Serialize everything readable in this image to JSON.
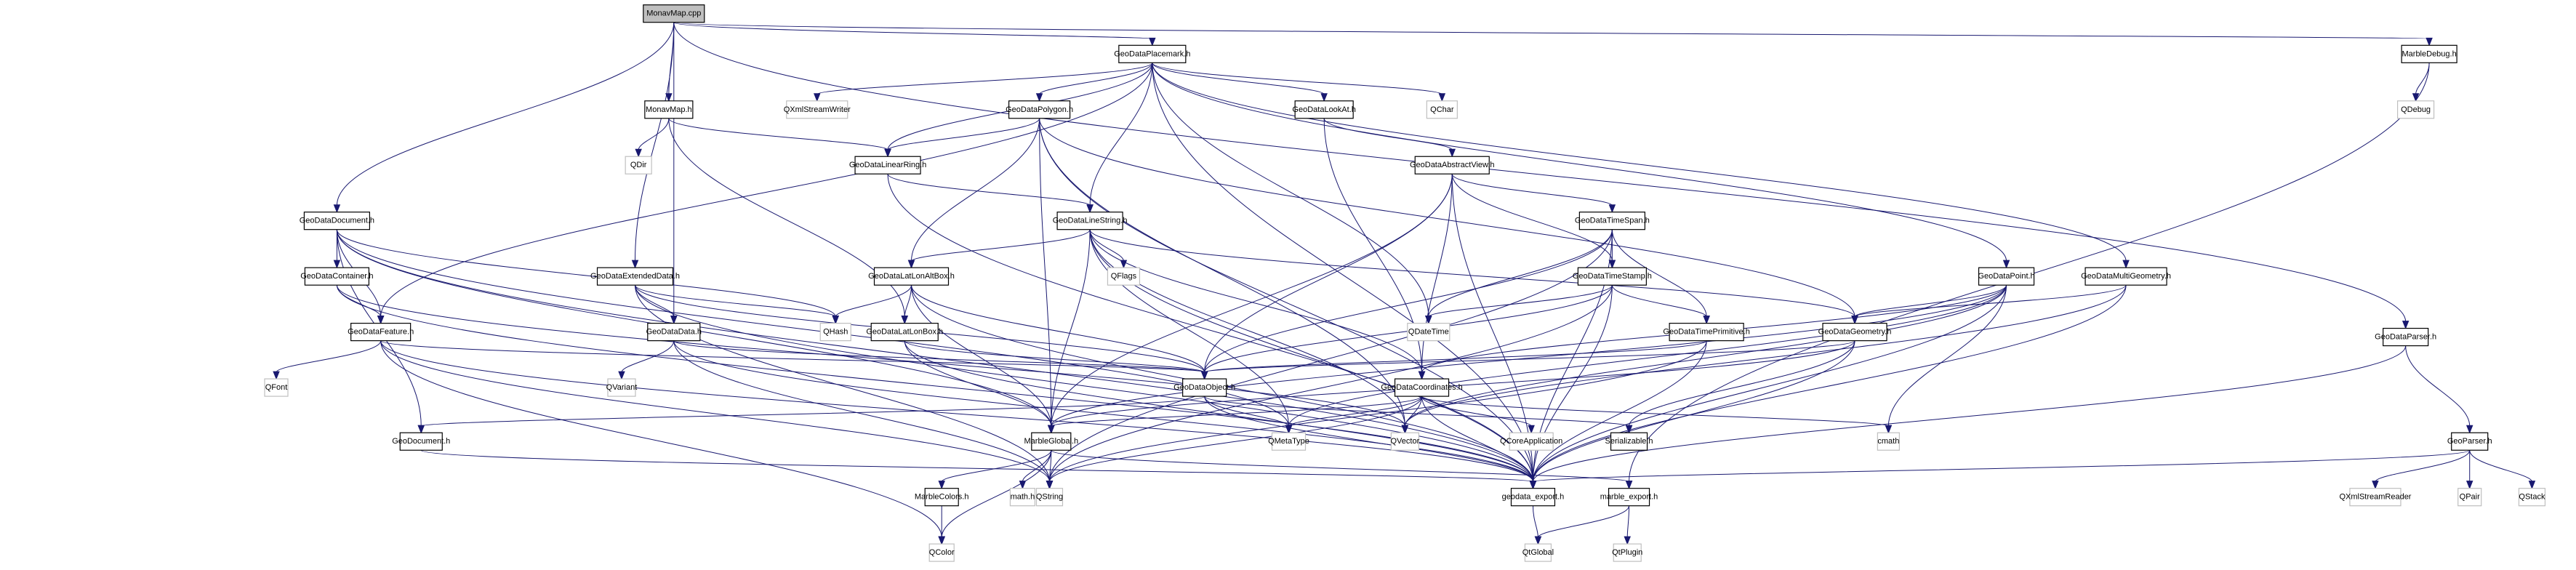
{
  "title": "MonavMap.cpp include dependency graph",
  "edge_color": "#191970",
  "nodes": [
    {
      "id": "MonavMap.cpp",
      "label": "MonavMap.cpp",
      "kind": "root"
    },
    {
      "id": "GeoDataPlacemark.h",
      "label": "GeoDataPlacemark.h",
      "kind": "local"
    },
    {
      "id": "MarbleDebug.h",
      "label": "MarbleDebug.h",
      "kind": "local"
    },
    {
      "id": "QDebug",
      "label": "QDebug",
      "kind": "system"
    },
    {
      "id": "MonavMap.h",
      "label": "MonavMap.h",
      "kind": "local"
    },
    {
      "id": "QXmlStreamWriter",
      "label": "QXmlStreamWriter",
      "kind": "system"
    },
    {
      "id": "GeoDataPolygon.h",
      "label": "GeoDataPolygon.h",
      "kind": "local"
    },
    {
      "id": "GeoDataLookAt.h",
      "label": "GeoDataLookAt.h",
      "kind": "local"
    },
    {
      "id": "QChar",
      "label": "QChar",
      "kind": "system"
    },
    {
      "id": "QDir",
      "label": "QDir",
      "kind": "system"
    },
    {
      "id": "GeoDataLinearRing.h",
      "label": "GeoDataLinearRing.h",
      "kind": "local"
    },
    {
      "id": "GeoDataAbstractView.h",
      "label": "GeoDataAbstractView.h",
      "kind": "local"
    },
    {
      "id": "GeoDataDocument.h",
      "label": "GeoDataDocument.h",
      "kind": "local"
    },
    {
      "id": "GeoDataLineString.h",
      "label": "GeoDataLineString.h",
      "kind": "local"
    },
    {
      "id": "GeoDataTimeSpan.h",
      "label": "GeoDataTimeSpan.h",
      "kind": "local"
    },
    {
      "id": "GeoDataContainer.h",
      "label": "GeoDataContainer.h",
      "kind": "local"
    },
    {
      "id": "GeoDataExtendedData.h",
      "label": "GeoDataExtendedData.h",
      "kind": "local"
    },
    {
      "id": "GeoDataLatLonAltBox.h",
      "label": "GeoDataLatLonAltBox.h",
      "kind": "local"
    },
    {
      "id": "QFlags",
      "label": "QFlags",
      "kind": "system"
    },
    {
      "id": "GeoDataTimeStamp.h",
      "label": "GeoDataTimeStamp.h",
      "kind": "local"
    },
    {
      "id": "GeoDataPoint.h",
      "label": "GeoDataPoint.h",
      "kind": "local"
    },
    {
      "id": "GeoDataMultiGeometry.h",
      "label": "GeoDataMultiGeometry.h",
      "kind": "local"
    },
    {
      "id": "GeoDataFeature.h",
      "label": "GeoDataFeature.h",
      "kind": "local"
    },
    {
      "id": "GeoDataData.h",
      "label": "GeoDataData.h",
      "kind": "local"
    },
    {
      "id": "QHash",
      "label": "QHash",
      "kind": "system"
    },
    {
      "id": "GeoDataLatLonBox.h",
      "label": "GeoDataLatLonBox.h",
      "kind": "local"
    },
    {
      "id": "QDateTime",
      "label": "QDateTime",
      "kind": "system"
    },
    {
      "id": "GeoDataTimePrimitive.h",
      "label": "GeoDataTimePrimitive.h",
      "kind": "local"
    },
    {
      "id": "GeoDataGeometry.h",
      "label": "GeoDataGeometry.h",
      "kind": "local"
    },
    {
      "id": "GeoDataParser.h",
      "label": "GeoDataParser.h",
      "kind": "local"
    },
    {
      "id": "QFont",
      "label": "QFont",
      "kind": "system"
    },
    {
      "id": "QVariant",
      "label": "QVariant",
      "kind": "system"
    },
    {
      "id": "GeoDataObject.h",
      "label": "GeoDataObject.h",
      "kind": "local"
    },
    {
      "id": "GeoDataCoordinates.h",
      "label": "GeoDataCoordinates.h",
      "kind": "local"
    },
    {
      "id": "GeoDocument.h",
      "label": "GeoDocument.h",
      "kind": "local"
    },
    {
      "id": "MarbleGlobal.h",
      "label": "MarbleGlobal.h",
      "kind": "local"
    },
    {
      "id": "QMetaType",
      "label": "QMetaType",
      "kind": "system"
    },
    {
      "id": "QVector",
      "label": "QVector",
      "kind": "system"
    },
    {
      "id": "QCoreApplication",
      "label": "QCoreApplication",
      "kind": "system"
    },
    {
      "id": "Serializable.h",
      "label": "Serializable.h",
      "kind": "local"
    },
    {
      "id": "cmath",
      "label": "cmath",
      "kind": "system"
    },
    {
      "id": "GeoParser.h",
      "label": "GeoParser.h",
      "kind": "local"
    },
    {
      "id": "MarbleColors.h",
      "label": "MarbleColors.h",
      "kind": "local"
    },
    {
      "id": "math.h",
      "label": "math.h",
      "kind": "system"
    },
    {
      "id": "QString",
      "label": "QString",
      "kind": "system"
    },
    {
      "id": "geodata_export.h",
      "label": "geodata_export.h",
      "kind": "local"
    },
    {
      "id": "marble_export.h",
      "label": "marble_export.h",
      "kind": "local"
    },
    {
      "id": "QXmlStreamReader",
      "label": "QXmlStreamReader",
      "kind": "system"
    },
    {
      "id": "QPair",
      "label": "QPair",
      "kind": "system"
    },
    {
      "id": "QStack",
      "label": "QStack",
      "kind": "system"
    },
    {
      "id": "QColor",
      "label": "QColor",
      "kind": "system"
    },
    {
      "id": "QtGlobal",
      "label": "QtGlobal",
      "kind": "system"
    },
    {
      "id": "QtPlugin",
      "label": "QtPlugin",
      "kind": "system"
    }
  ],
  "edges": [
    [
      "MonavMap.cpp",
      "GeoDataPlacemark.h"
    ],
    [
      "MonavMap.cpp",
      "MarbleDebug.h"
    ],
    [
      "MonavMap.cpp",
      "MonavMap.h"
    ],
    [
      "MonavMap.cpp",
      "GeoDataDocument.h"
    ],
    [
      "MonavMap.cpp",
      "GeoDataExtendedData.h"
    ],
    [
      "MonavMap.cpp",
      "GeoDataData.h"
    ],
    [
      "MonavMap.cpp",
      "GeoDataParser.h"
    ],
    [
      "MarbleDebug.h",
      "QDebug"
    ],
    [
      "MarbleDebug.h",
      "marble_export.h"
    ],
    [
      "MonavMap.h",
      "QDir"
    ],
    [
      "MonavMap.h",
      "GeoDataLinearRing.h"
    ],
    [
      "MonavMap.h",
      "GeoDataLatLonBox.h"
    ],
    [
      "GeoDataPlacemark.h",
      "QXmlStreamWriter"
    ],
    [
      "GeoDataPlacemark.h",
      "GeoDataPolygon.h"
    ],
    [
      "GeoDataPlacemark.h",
      "GeoDataLookAt.h"
    ],
    [
      "GeoDataPlacemark.h",
      "QChar"
    ],
    [
      "GeoDataPlacemark.h",
      "GeoDataLinearRing.h"
    ],
    [
      "GeoDataPlacemark.h",
      "GeoDataLineString.h"
    ],
    [
      "GeoDataPlacemark.h",
      "GeoDataFeature.h"
    ],
    [
      "GeoDataPlacemark.h",
      "GeoDataPoint.h"
    ],
    [
      "GeoDataPlacemark.h",
      "GeoDataMultiGeometry.h"
    ],
    [
      "GeoDataPlacemark.h",
      "QDateTime"
    ],
    [
      "GeoDataPlacemark.h",
      "geodata_export.h"
    ],
    [
      "GeoDataPolygon.h",
      "GeoDataLinearRing.h"
    ],
    [
      "GeoDataPolygon.h",
      "GeoDataLatLonAltBox.h"
    ],
    [
      "GeoDataPolygon.h",
      "GeoDataGeometry.h"
    ],
    [
      "GeoDataPolygon.h",
      "QVector"
    ],
    [
      "GeoDataPolygon.h",
      "MarbleGlobal.h"
    ],
    [
      "GeoDataPolygon.h",
      "geodata_export.h"
    ],
    [
      "GeoDataLookAt.h",
      "GeoDataAbstractView.h"
    ],
    [
      "GeoDataLookAt.h",
      "GeoDataCoordinates.h"
    ],
    [
      "GeoDataAbstractView.h",
      "GeoDataTimeSpan.h"
    ],
    [
      "GeoDataAbstractView.h",
      "GeoDataTimeStamp.h"
    ],
    [
      "GeoDataAbstractView.h",
      "GeoDataObject.h"
    ],
    [
      "GeoDataAbstractView.h",
      "GeoDataCoordinates.h"
    ],
    [
      "GeoDataAbstractView.h",
      "MarbleGlobal.h"
    ],
    [
      "GeoDataAbstractView.h",
      "geodata_export.h"
    ],
    [
      "GeoDataLinearRing.h",
      "GeoDataLineString.h"
    ],
    [
      "GeoDataLinearRing.h",
      "geodata_export.h"
    ],
    [
      "GeoDataLineString.h",
      "GeoDataLatLonAltBox.h"
    ],
    [
      "GeoDataLineString.h",
      "QFlags"
    ],
    [
      "GeoDataLineString.h",
      "GeoDataGeometry.h"
    ],
    [
      "GeoDataLineString.h",
      "GeoDataCoordinates.h"
    ],
    [
      "GeoDataLineString.h",
      "MarbleGlobal.h"
    ],
    [
      "GeoDataLineString.h",
      "QMetaType"
    ],
    [
      "GeoDataLineString.h",
      "QVector"
    ],
    [
      "GeoDataLineString.h",
      "geodata_export.h"
    ],
    [
      "GeoDataTimeSpan.h",
      "GeoDataTimeStamp.h"
    ],
    [
      "GeoDataTimeSpan.h",
      "GeoDataTimePrimitive.h"
    ],
    [
      "GeoDataTimeSpan.h",
      "QDateTime"
    ],
    [
      "GeoDataTimeSpan.h",
      "GeoDataObject.h"
    ],
    [
      "GeoDataTimeSpan.h",
      "QString"
    ],
    [
      "GeoDataTimeSpan.h",
      "geodata_export.h"
    ],
    [
      "GeoDataTimeStamp.h",
      "QDateTime"
    ],
    [
      "GeoDataTimeStamp.h",
      "GeoDataTimePrimitive.h"
    ],
    [
      "GeoDataTimeStamp.h",
      "GeoDataObject.h"
    ],
    [
      "GeoDataTimeStamp.h",
      "QString"
    ],
    [
      "GeoDataTimeStamp.h",
      "geodata_export.h"
    ],
    [
      "GeoDataTimePrimitive.h",
      "GeoDataObject.h"
    ],
    [
      "GeoDataTimePrimitive.h",
      "QString"
    ],
    [
      "GeoDataTimePrimitive.h",
      "geodata_export.h"
    ],
    [
      "GeoDataPoint.h",
      "GeoDataGeometry.h"
    ],
    [
      "GeoDataPoint.h",
      "GeoDataCoordinates.h"
    ],
    [
      "GeoDataPoint.h",
      "QMetaType"
    ],
    [
      "GeoDataPoint.h",
      "QVector"
    ],
    [
      "GeoDataPoint.h",
      "cmath"
    ],
    [
      "GeoDataPoint.h",
      "MarbleGlobal.h"
    ],
    [
      "GeoDataPoint.h",
      "geodata_export.h"
    ],
    [
      "GeoDataMultiGeometry.h",
      "GeoDataGeometry.h"
    ],
    [
      "GeoDataMultiGeometry.h",
      "QVector"
    ],
    [
      "GeoDataMultiGeometry.h",
      "geodata_export.h"
    ],
    [
      "GeoDataGeometry.h",
      "GeoDataObject.h"
    ],
    [
      "GeoDataGeometry.h",
      "Serializable.h"
    ],
    [
      "GeoDataGeometry.h",
      "MarbleGlobal.h"
    ],
    [
      "GeoDataGeometry.h",
      "geodata_export.h"
    ],
    [
      "GeoDataDocument.h",
      "GeoDataContainer.h"
    ],
    [
      "GeoDataDocument.h",
      "GeoDataFeature.h"
    ],
    [
      "GeoDataDocument.h",
      "QHash"
    ],
    [
      "GeoDataDocument.h",
      "GeoDocument.h"
    ],
    [
      "GeoDataDocument.h",
      "MarbleGlobal.h"
    ],
    [
      "GeoDataDocument.h",
      "QMetaType"
    ],
    [
      "GeoDataDocument.h",
      "geodata_export.h"
    ],
    [
      "GeoDataContainer.h",
      "GeoDataFeature.h"
    ],
    [
      "GeoDataContainer.h",
      "QVector"
    ],
    [
      "GeoDataContainer.h",
      "geodata_export.h"
    ],
    [
      "GeoDataFeature.h",
      "QFont"
    ],
    [
      "GeoDataFeature.h",
      "GeoDataObject.h"
    ],
    [
      "GeoDataFeature.h",
      "QColor"
    ],
    [
      "GeoDataFeature.h",
      "QString"
    ],
    [
      "GeoDataFeature.h",
      "geodata_export.h"
    ],
    [
      "GeoDataExtendedData.h",
      "GeoDataData.h"
    ],
    [
      "GeoDataExtendedData.h",
      "QHash"
    ],
    [
      "GeoDataExtendedData.h",
      "GeoDataObject.h"
    ],
    [
      "GeoDataExtendedData.h",
      "QString"
    ],
    [
      "GeoDataExtendedData.h",
      "geodata_export.h"
    ],
    [
      "GeoDataData.h",
      "QVariant"
    ],
    [
      "GeoDataData.h",
      "GeoDataObject.h"
    ],
    [
      "GeoDataData.h",
      "QString"
    ],
    [
      "GeoDataData.h",
      "geodata_export.h"
    ],
    [
      "GeoDataLatLonAltBox.h",
      "GeoDataLatLonBox.h"
    ],
    [
      "GeoDataLatLonAltBox.h",
      "QHash"
    ],
    [
      "GeoDataLatLonAltBox.h",
      "GeoDataObject.h"
    ],
    [
      "GeoDataLatLonAltBox.h",
      "MarbleGlobal.h"
    ],
    [
      "GeoDataLatLonAltBox.h",
      "geodata_export.h"
    ],
    [
      "GeoDataLatLonBox.h",
      "GeoDataObject.h"
    ],
    [
      "GeoDataLatLonBox.h",
      "MarbleGlobal.h"
    ],
    [
      "GeoDataLatLonBox.h",
      "geodata_export.h"
    ],
    [
      "GeoDataObject.h",
      "GeoDocument.h"
    ],
    [
      "GeoDataObject.h",
      "QMetaType"
    ],
    [
      "GeoDataObject.h",
      "Serializable.h"
    ],
    [
      "GeoDataObject.h",
      "geodata_export.h"
    ],
    [
      "GeoDataCoordinates.h",
      "QCoreApplication"
    ],
    [
      "GeoDataCoordinates.h",
      "QMetaType"
    ],
    [
      "GeoDataCoordinates.h",
      "QVector"
    ],
    [
      "GeoDataCoordinates.h",
      "cmath"
    ],
    [
      "GeoDataCoordinates.h",
      "MarbleGlobal.h"
    ],
    [
      "GeoDataCoordinates.h",
      "QString"
    ],
    [
      "GeoDataCoordinates.h",
      "geodata_export.h"
    ],
    [
      "GeoDocument.h",
      "geodata_export.h"
    ],
    [
      "MarbleGlobal.h",
      "MarbleColors.h"
    ],
    [
      "MarbleGlobal.h",
      "math.h"
    ],
    [
      "MarbleGlobal.h",
      "QString"
    ],
    [
      "MarbleGlobal.h",
      "QColor"
    ],
    [
      "MarbleGlobal.h",
      "marble_export.h"
    ],
    [
      "MarbleColors.h",
      "QColor"
    ],
    [
      "GeoDataParser.h",
      "GeoParser.h"
    ],
    [
      "GeoDataParser.h",
      "geodata_export.h"
    ],
    [
      "GeoParser.h",
      "QXmlStreamReader"
    ],
    [
      "GeoParser.h",
      "QPair"
    ],
    [
      "GeoParser.h",
      "QStack"
    ],
    [
      "GeoParser.h",
      "geodata_export.h"
    ],
    [
      "geodata_export.h",
      "QtGlobal"
    ],
    [
      "marble_export.h",
      "QtGlobal"
    ],
    [
      "marble_export.h",
      "QtPlugin"
    ]
  ]
}
